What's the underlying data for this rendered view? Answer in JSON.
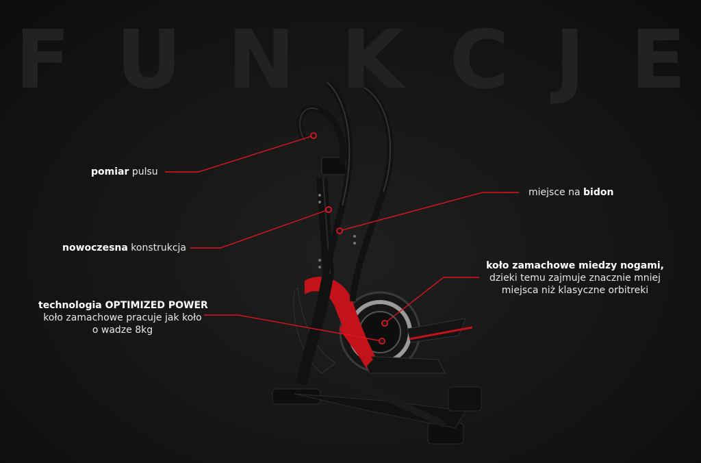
{
  "heading": {
    "letters": [
      "F",
      "U",
      "N",
      "K",
      "C",
      "J",
      "E"
    ]
  },
  "callouts": {
    "pulse": {
      "bold": "pomiar",
      "text": " pulsu"
    },
    "bottle": {
      "text": "miejsce na ",
      "bold": "bidon"
    },
    "construction": {
      "bold": "nowoczesna",
      "text": " konstrukcja"
    },
    "flywheel": {
      "bold": "koło zamachowe miedzy nogami,",
      "line2": "dzieki temu zajmuje znacznie mniej",
      "line3": "miejsca niż klasyczne orbitreki"
    },
    "power": {
      "bold": "technologia OPTIMIZED POWER",
      "line2": "koło zamachowe pracuje jak koło",
      "line3": "o wadze 8kg"
    }
  },
  "colors": {
    "accent": "#e0141e",
    "frame": "#121212",
    "background": "#181818"
  }
}
